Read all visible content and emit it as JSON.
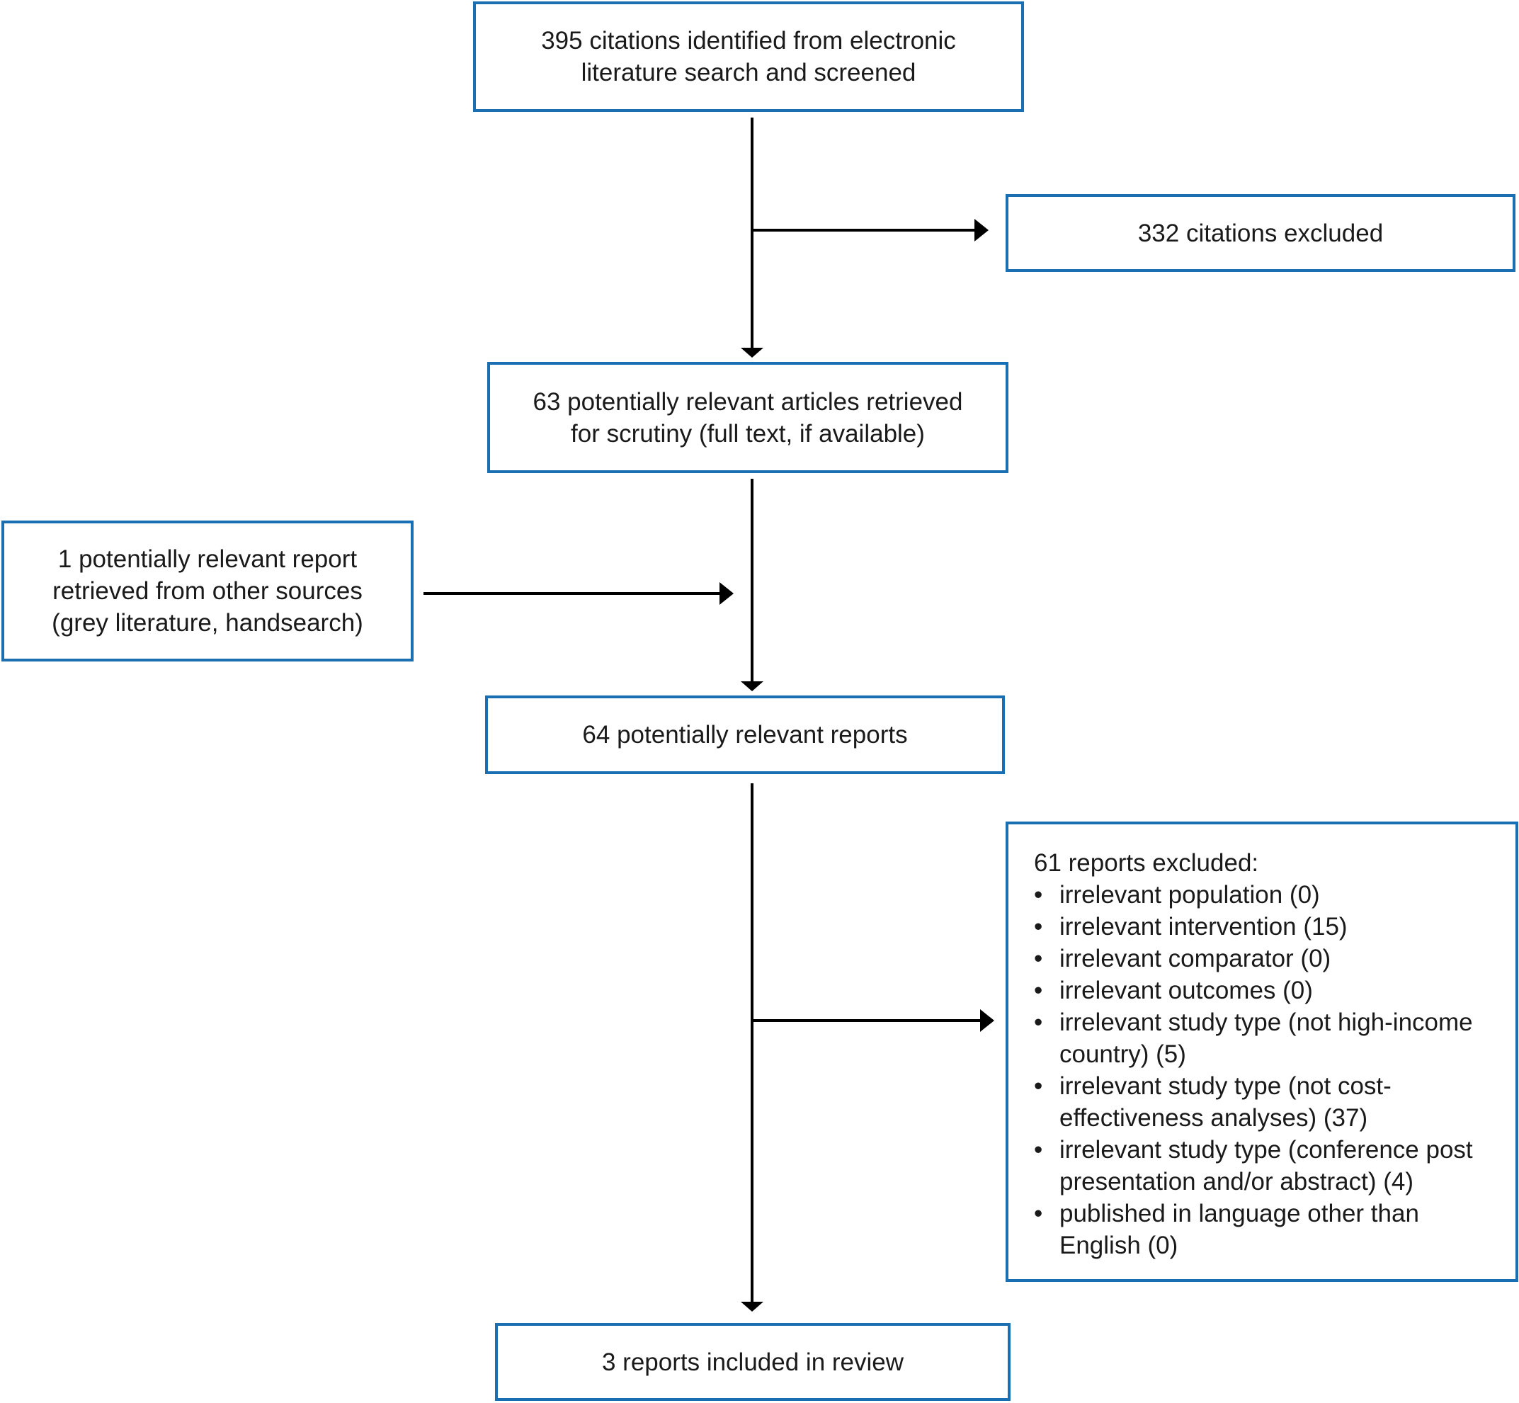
{
  "colors": {
    "box_border": "#1a6fb3",
    "arrow": "#000000",
    "text": "#1a1a1a"
  },
  "boxes": {
    "identified": "395 citations identified from electronic\nliterature search and screened",
    "excluded_citations": "332 citations excluded",
    "retrieved": "63 potentially relevant articles retrieved\nfor scrutiny (full text, if available)",
    "other_sources": "1 potentially relevant report\nretrieved from other sources\n(grey literature, handsearch)",
    "potentially_relevant": "64 potentially relevant reports",
    "included": "3 reports included in review"
  },
  "excluded_reports": {
    "heading": "61 reports excluded:",
    "bullet": "•",
    "items": [
      "irrelevant population (0)",
      "irrelevant intervention (15)",
      "irrelevant comparator (0)",
      "irrelevant outcomes (0)",
      "irrelevant study type (not high-income country) (5)",
      "irrelevant study type (not cost-effectiveness analyses) (37)",
      "irrelevant study type (conference post presentation and/or abstract) (4)",
      "published in language other than English (0)"
    ]
  }
}
